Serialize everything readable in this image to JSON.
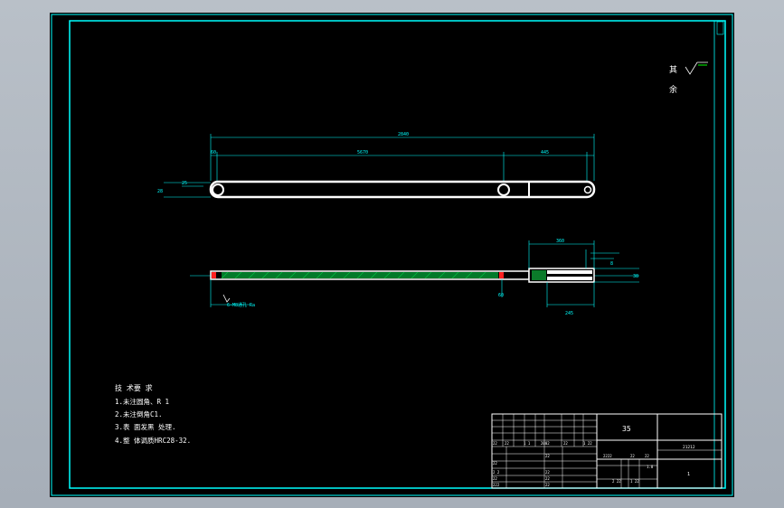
{
  "drawing": {
    "surface_finish": {
      "label_top": "其",
      "label_bottom": "余"
    },
    "dimensions": {
      "overall_length": "2840",
      "left_offset": "60",
      "pitch": "5670",
      "right_segment": "445",
      "height": "28",
      "left_hole_label": "25",
      "section_top": "360",
      "section_bottom": "245",
      "section_small": "60",
      "section_note": "6-M8通孔 Ra",
      "right_height": "38",
      "right_small": "8"
    },
    "tech_requirements": {
      "title": "技 术要 求",
      "items": [
        "1.未注圆角、R 1",
        "2.未注倒角C1.",
        "3.表 面发黑 处理.",
        "4.整 体调质HRC28-32."
      ]
    },
    "title_block": {
      "material": "35",
      "row1": [
        "22",
        "22",
        "1 1",
        "2002",
        "22",
        "1 22"
      ],
      "row2": [
        "2222",
        "22",
        "22"
      ],
      "row3": [
        "22",
        "22",
        "1.8"
      ],
      "row4": [
        "2 2",
        "22"
      ],
      "row5": [
        "22",
        "22"
      ],
      "row6": [
        "222",
        "22",
        "2 22",
        "1 22"
      ],
      "drawing_code": "21212",
      "company": "1"
    },
    "colors": {
      "background": "#000000",
      "line": "#00ffff",
      "part": "#ffffff",
      "hatch": "#00aa00",
      "marker": "#ff0000"
    }
  }
}
